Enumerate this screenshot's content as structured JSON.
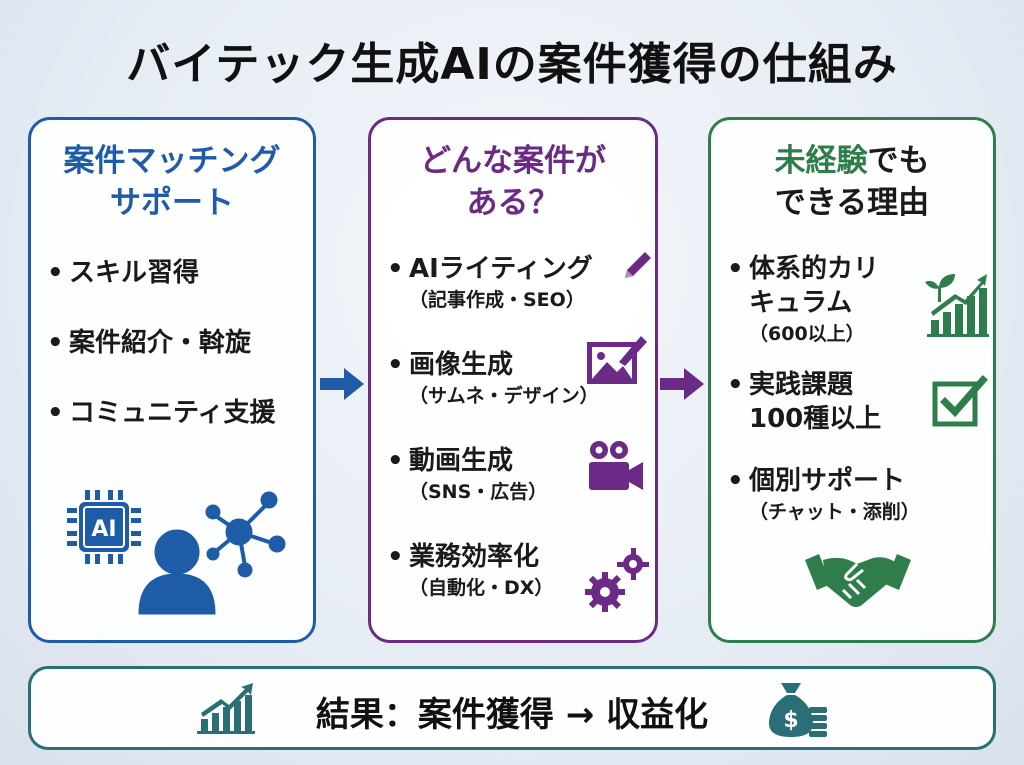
{
  "title": "バイテック生成AIの案件獲得の仕組み",
  "panel1": {
    "heading_l1": "案件マッチング",
    "heading_l2": "サポート",
    "items": [
      "スキル習得",
      "案件紹介・斡旋",
      "コミュニティ支援"
    ],
    "ai_chip_label": "AI",
    "color": "#1f5ca8"
  },
  "panel2": {
    "heading_l1": "どんな案件が",
    "heading_l2": "ある？",
    "items": [
      {
        "label": "AIライティング",
        "sub": "（記事作成・SEO）",
        "icon": "pencil-icon"
      },
      {
        "label": "画像生成",
        "sub": "（サムネ・デザイン）",
        "icon": "image-edit-icon"
      },
      {
        "label": "動画生成",
        "sub": "（SNS・広告）",
        "icon": "video-camera-icon"
      },
      {
        "label": "業務効率化",
        "sub": "（自動化・DX）",
        "icon": "gears-icon"
      }
    ],
    "color": "#6b2a86"
  },
  "panel3": {
    "heading_hl": "未経験",
    "heading_l1_rest": "でも",
    "heading_l2": "できる理由",
    "items": [
      {
        "l1": "体系的カリ",
        "l2": "キュラム",
        "sub": "（600以上）",
        "icon": "growth-chart-icon"
      },
      {
        "l1": "実践課題",
        "l2": "100種以上",
        "sub": "",
        "icon": "checkbox-icon"
      },
      {
        "l1": "個別サポート",
        "l2": "",
        "sub": "（チャット・添削）",
        "icon": "handshake-icon"
      }
    ],
    "color": "#2e7d4a"
  },
  "bottom": {
    "text": "結果：案件獲得 → 収益化",
    "border_color": "#2a6f78"
  },
  "bullet": "•"
}
